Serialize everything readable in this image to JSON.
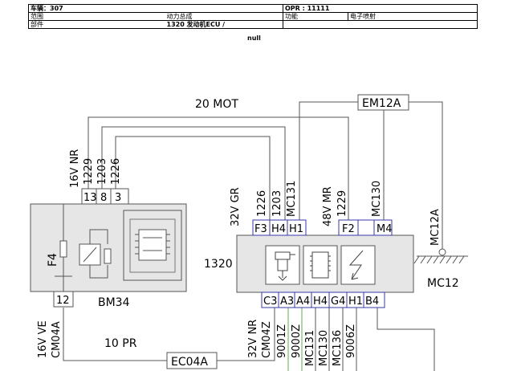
{
  "header": {
    "vehicle_label": "车辆：307",
    "opr_label": "OPR : 11111",
    "range_label": "范围",
    "range_value": "动力总成",
    "function_label": "功能",
    "function_value": "电子喷射",
    "part_label": "部件",
    "part_value": "1320 发动机ECU /",
    "null_text": "null"
  },
  "diagram": {
    "harness_mot": "20 MOT",
    "harness_pr": "10 PR",
    "connector_em12a": "EM12A",
    "connector_ec04a": "EC04A",
    "ground_mc12a": "MC12A",
    "ground_mc12": "MC12",
    "bm34": {
      "name": "BM34",
      "fuse": "F4",
      "connector_text": "16V NR",
      "pins": [
        "13",
        "8",
        "3"
      ],
      "wires": [
        "1229",
        "1203",
        "1226"
      ],
      "bottom_pin": "12",
      "bottom_conn": "16V VE",
      "bottom_wire": "CM04A"
    },
    "ecu": {
      "name": "1320",
      "left_conn": "32V GR",
      "left_pins": [
        "F3",
        "H4",
        "H1"
      ],
      "left_wires": [
        "1226",
        "1203",
        "MC131"
      ],
      "right_conn": "48V MR",
      "right_pins": [
        "F2",
        "M4"
      ],
      "right_wires": [
        "1229",
        "MC130"
      ],
      "bottom_conn": "32V NR",
      "bottom_conn_wire": "CM04Z",
      "bottom_pins": [
        "C3",
        "A3",
        "A4",
        "H4",
        "G4",
        "H1",
        "B4"
      ],
      "bottom_wires": [
        "9001Z",
        "9000Z",
        "MC131",
        "MC130",
        "MC136",
        "9006Z"
      ]
    }
  }
}
